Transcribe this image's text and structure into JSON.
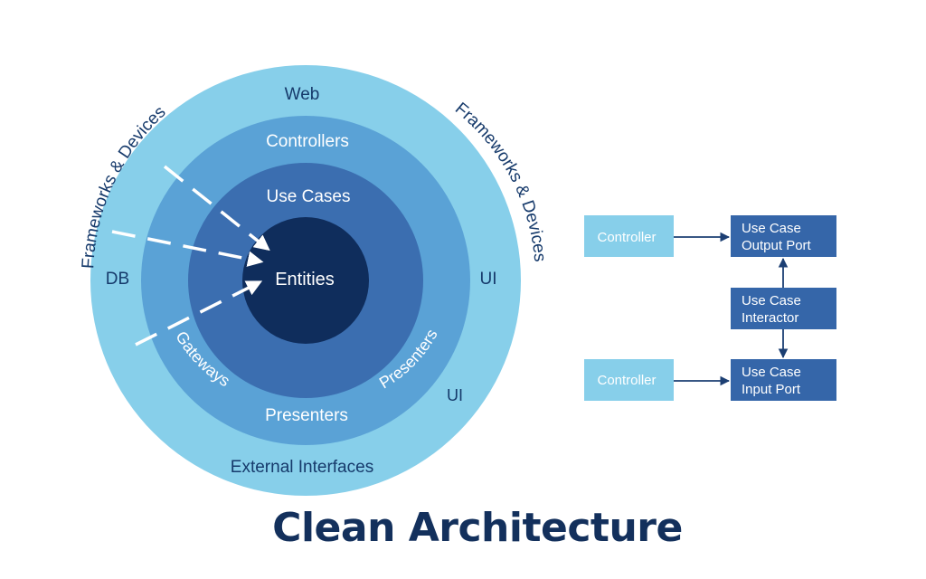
{
  "title": "Clean Architecture",
  "colors": {
    "outer_ring": "#87cfea",
    "second_ring": "#5aa2d6",
    "third_ring": "#3b6eb0",
    "core": "#0f2d5c",
    "ring_text_dark": "#163a6b",
    "ring_text_light": "#ffffff",
    "box_light": "#87cfea",
    "box_dark": "#3566a9",
    "arrow_dark": "#1c3f73",
    "arrow_white": "#ffffff",
    "title": "#13305c"
  },
  "rings": {
    "outer": {
      "top": "Web",
      "left_curved": "Frameworks & Devices",
      "right_curved": "Frameworks & Devices",
      "left": "DB",
      "right": "UI",
      "right_lower": "UI",
      "bottom": "External Interfaces"
    },
    "adapters": {
      "top": "Controllers",
      "bottom": "Presenters",
      "left_curved": "Gateways",
      "right_curved": "Presenters"
    },
    "use_cases": {
      "top": "Use Cases"
    },
    "core": {
      "label": "Entities"
    }
  },
  "flow": {
    "controller_top": "Controller",
    "controller_bottom": "Controller",
    "output_port": [
      "Use Case",
      "Output Port"
    ],
    "interactor": [
      "Use Case",
      "Interactor"
    ],
    "input_port": [
      "Use Case",
      "Input Port"
    ]
  }
}
